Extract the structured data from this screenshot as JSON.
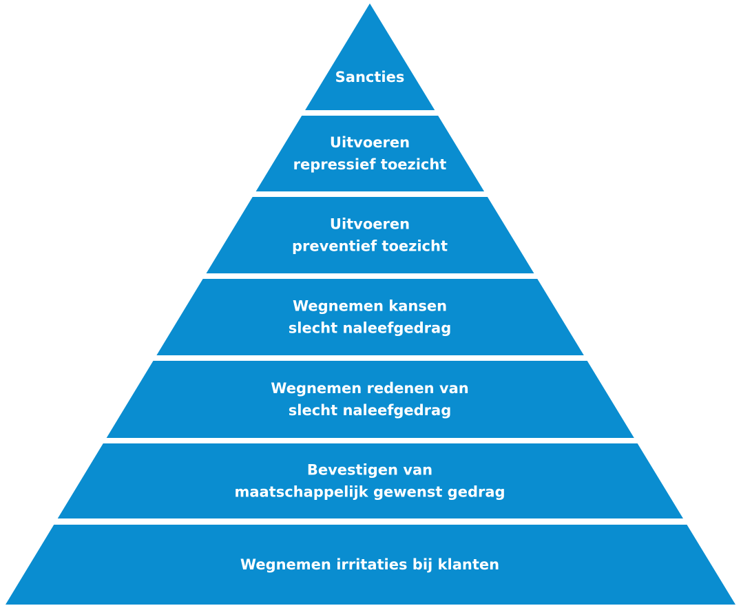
{
  "diagram": {
    "type": "pyramid",
    "color": "#0a8dd0",
    "levels_top_to_bottom": [
      {
        "lines": [
          "Sancties"
        ]
      },
      {
        "lines": [
          "Uitvoeren",
          "repressief toezicht"
        ]
      },
      {
        "lines": [
          "Uitvoeren",
          "preventief toezicht"
        ]
      },
      {
        "lines": [
          "Wegnemen kansen",
          "slecht naleefgedrag"
        ]
      },
      {
        "lines": [
          "Wegnemen redenen van",
          "slecht naleefgedrag"
        ]
      },
      {
        "lines": [
          "Bevestigen van",
          "maatschappelijk gewenst gedrag"
        ]
      },
      {
        "lines": [
          "Wegnemen irritaties bij klanten"
        ]
      }
    ]
  }
}
